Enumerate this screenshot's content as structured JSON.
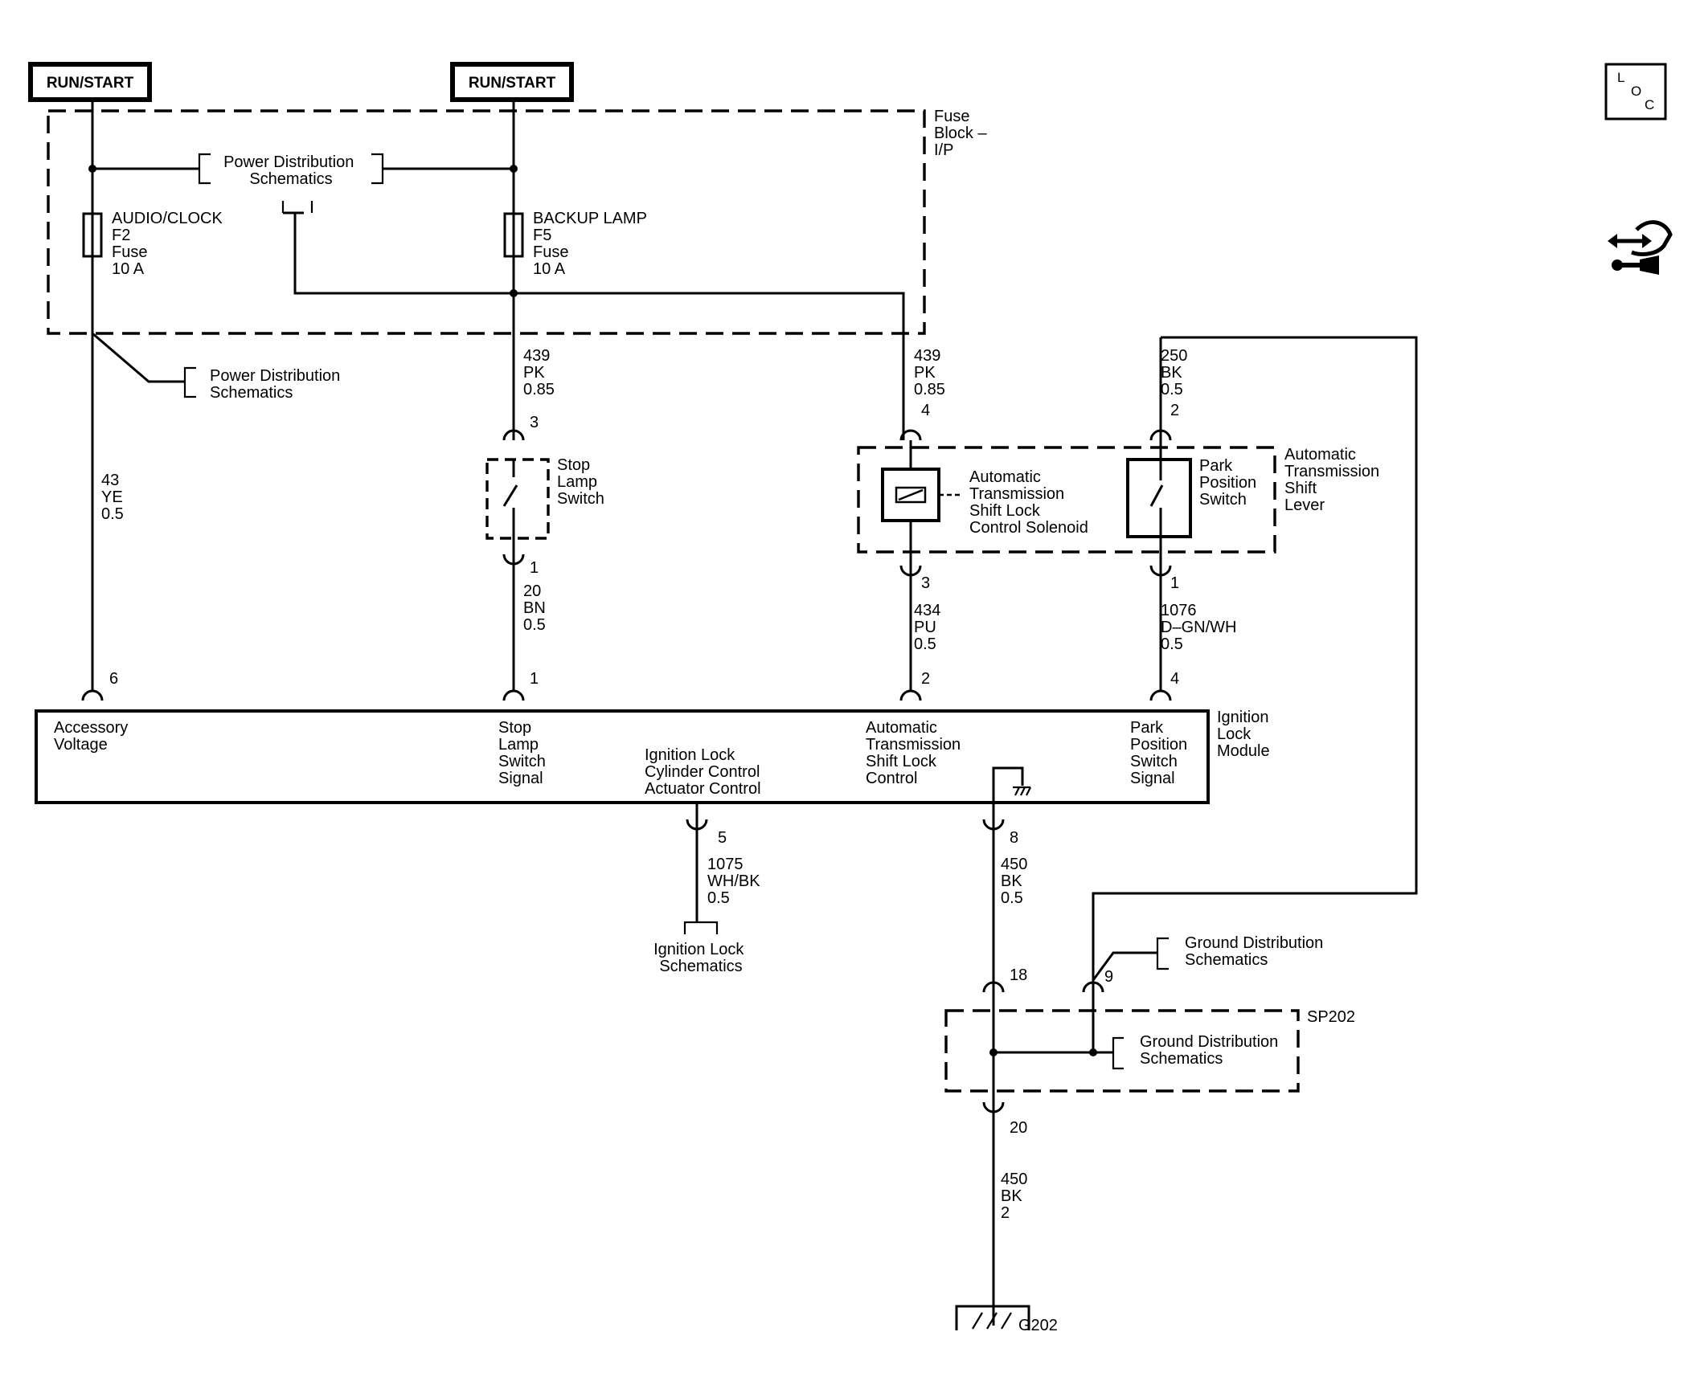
{
  "power_sources": {
    "left": "RUN/START",
    "right": "RUN/START"
  },
  "fuse_block": {
    "title": [
      "Fuse",
      "Block –",
      "I/P"
    ],
    "power_dist_top": [
      "Power Distribution",
      "Schematics"
    ],
    "fuse_f2": [
      "AUDIO/CLOCK",
      "F2",
      "Fuse",
      "10 A"
    ],
    "fuse_f5": [
      "BACKUP LAMP",
      "F5",
      "Fuse",
      "10 A"
    ]
  },
  "power_dist_left": [
    "Power Distribution",
    "Schematics"
  ],
  "wires": {
    "w43": [
      "43",
      "YE",
      "0.5"
    ],
    "w439_left": [
      "439",
      "PK",
      "0.85"
    ],
    "w439_right": [
      "439",
      "PK",
      "0.85"
    ],
    "w250": [
      "250",
      "BK",
      "0.5"
    ],
    "w20": [
      "20",
      "BN",
      "0.5"
    ],
    "w434": [
      "434",
      "PU",
      "0.5"
    ],
    "w1076": [
      "1076",
      "D–GN/WH",
      "0.5"
    ],
    "w1075": [
      "1075",
      "WH/BK",
      "0.5"
    ],
    "w450a": [
      "450",
      "BK",
      "0.5"
    ],
    "w450b": [
      "450",
      "BK",
      "2"
    ]
  },
  "pins": {
    "stop_top": "3",
    "stop_bot": "1",
    "sol_top": "4",
    "sol_bot": "3",
    "park_top": "2",
    "park_bot": "1",
    "mod_acc": "6",
    "mod_stop": "1",
    "mod_shift": "2",
    "mod_park": "4",
    "mod_ign": "5",
    "mod_gnd": "8",
    "conn_18": "18",
    "conn_9": "9",
    "conn_20": "20"
  },
  "components": {
    "stop_lamp_switch": [
      "Stop",
      "Lamp",
      "Switch"
    ],
    "shift_lock_solenoid": [
      "Automatic",
      "Transmission",
      "Shift Lock",
      "Control Solenoid"
    ],
    "park_position_switch": [
      "Park",
      "Position",
      "Switch"
    ],
    "shift_lever": [
      "Automatic",
      "Transmission",
      "Shift",
      "Lever"
    ]
  },
  "module": {
    "name": [
      "Ignition",
      "Lock",
      "Module"
    ],
    "accessory_voltage": [
      "Accessory",
      "Voltage"
    ],
    "stop_lamp_signal": [
      "Stop",
      "Lamp",
      "Switch",
      "Signal"
    ],
    "ign_lock_actuator": [
      "Ignition Lock",
      "Cylinder Control",
      "Actuator Control"
    ],
    "shift_lock_control": [
      "Automatic",
      "Transmission",
      "Shift Lock",
      "Control"
    ],
    "park_position_signal": [
      "Park",
      "Position",
      "Switch",
      "Signal"
    ]
  },
  "ignition_lock_schematics": [
    "Ignition Lock",
    "Schematics"
  ],
  "ground_dist_upper": [
    "Ground Distribution",
    "Schematics"
  ],
  "ground_dist_lower": [
    "Ground Distribution",
    "Schematics"
  ],
  "splice": "SP202",
  "ground": "G202",
  "icons": {
    "loc": [
      "L",
      "O",
      "C"
    ],
    "locator_icon": "connector-arrows-icon"
  }
}
